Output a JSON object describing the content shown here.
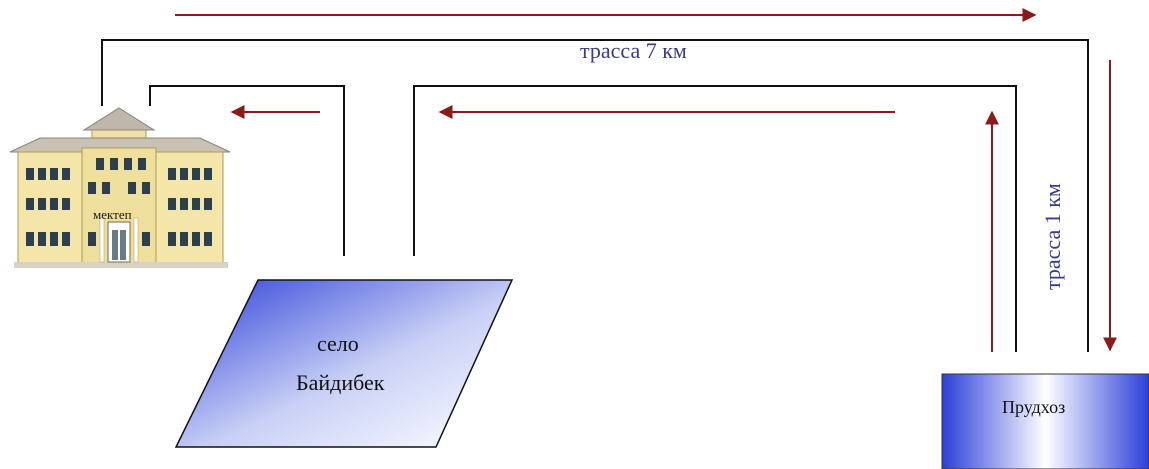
{
  "labels": {
    "highway_7": "трасса 7 км",
    "highway_1": "трасса 1 км",
    "school": "мектеп",
    "village_line1": "село",
    "village_line2": "Байдибек",
    "farm": "Прудхоз"
  },
  "colors": {
    "arrow": "#8b1a1a",
    "road": "#111111",
    "label_text": "#3a3a8a",
    "shape_gradient_start": "#2b3fd8",
    "shape_gradient_end": "#ffffff"
  }
}
